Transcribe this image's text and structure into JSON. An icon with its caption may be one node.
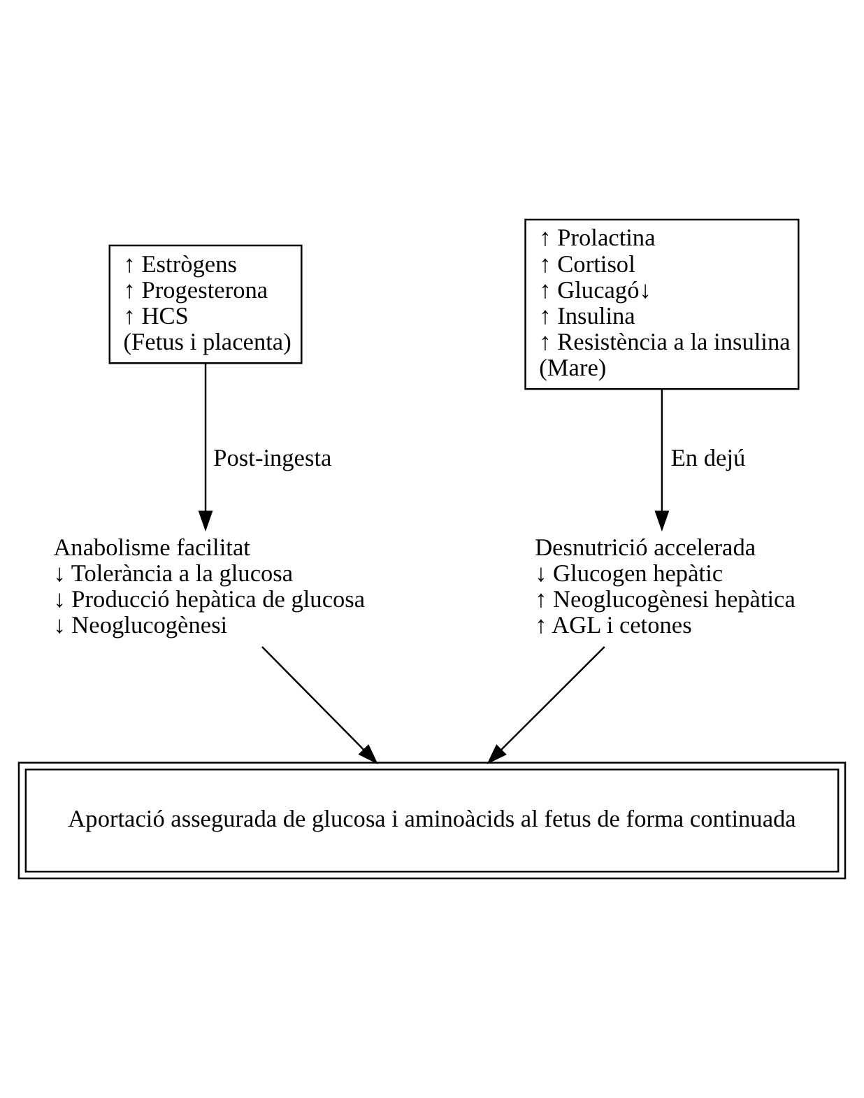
{
  "diagram": {
    "nodes": [
      {
        "text": [
          "↑ Estrògens",
          "↑ Progesterona",
          "↑ HCS",
          "(Fetus i placenta)"
        ]
      },
      {
        "text": [
          "↑ Prolactina",
          "↑ Cortisol",
          "↑ Glucagó↓",
          "↑ Insulina",
          "↑ Resistència a la insulina",
          "(Mare)"
        ]
      },
      {
        "text": [
          "Anabolisme facilitat",
          "↓ Tolerància a la glucosa",
          "↓ Producció hepàtica de glucosa",
          "↓ Neoglucogènesi"
        ]
      },
      {
        "text": [
          "Desnutrició accelerada",
          "↓ Glucogen hepàtic",
          "↑ Neoglucogènesi hepàtica",
          "↑ AGL i cetones"
        ]
      },
      {
        "text": [
          "Aportació assegurada de glucosa i aminoàcids al fetus de forma continuada"
        ]
      }
    ],
    "edges": [
      {
        "from": 0,
        "to": 2,
        "arrow": "to",
        "label": "Post-ingesta"
      },
      {
        "from": 1,
        "to": 3,
        "arrow": "to",
        "label": "En dejú"
      },
      {
        "from": 2,
        "to": 4,
        "arrow": "to"
      },
      {
        "from": 3,
        "to": 4,
        "arrow": "to"
      }
    ]
  }
}
